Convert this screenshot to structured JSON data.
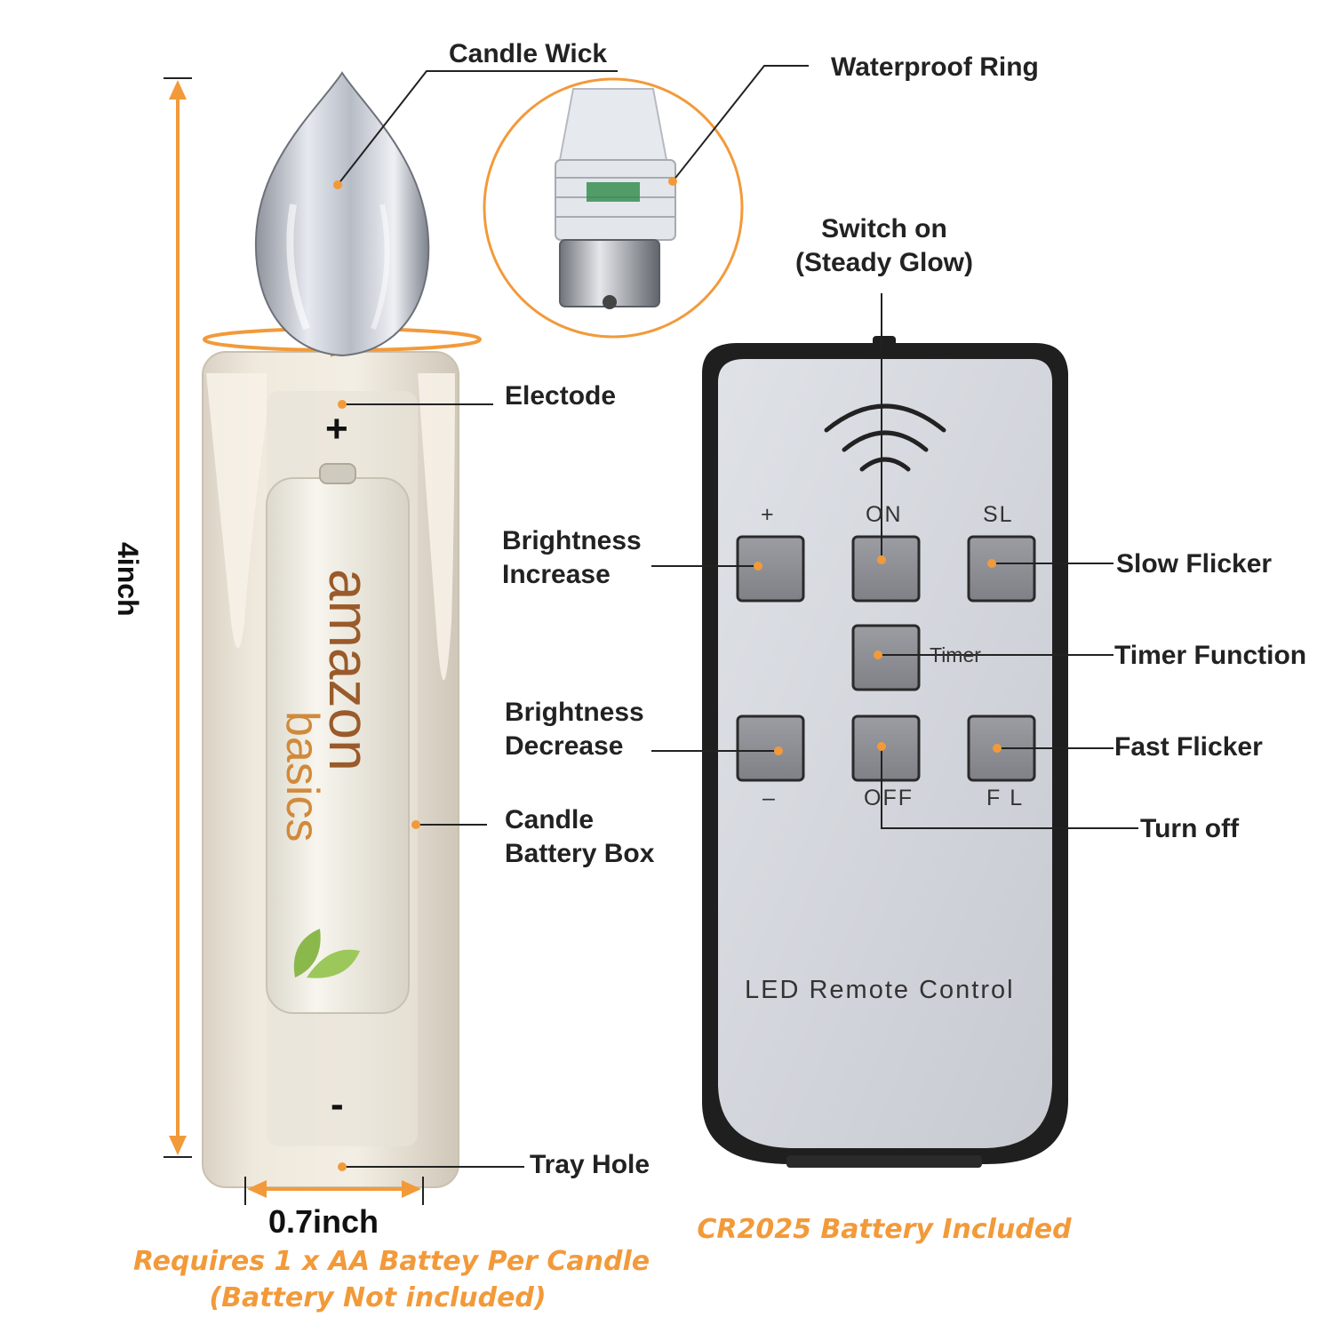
{
  "colors": {
    "accent": "#f29a3a",
    "label": "#222222",
    "remote_body": "#1f1f1f",
    "remote_face": "#d3d6dc",
    "button": "#8e9096"
  },
  "candle": {
    "labels": {
      "wick": "Candle Wick",
      "waterproof_ring": "Waterproof Ring",
      "electrode": "Electode",
      "battery_box_line1": "Candle",
      "battery_box_line2": "Battery Box",
      "tray_hole": "Tray Hole"
    },
    "plus_sign": "+",
    "minus_sign": "-",
    "height_dim": "4inch",
    "width_dim": "0.7inch",
    "battery_brand_line1": "amazon",
    "battery_brand_line2": "basics",
    "note_line1": "Requires 1 x AA Battey Per Candle",
    "note_line2": "(Battery  Not included)"
  },
  "remote": {
    "title": "LED  Remote  Control",
    "buttons": {
      "plus": "+",
      "on": "ON",
      "sl": "SL",
      "timer": "Timer",
      "minus": "–",
      "off": "OFF",
      "fl": "F L"
    },
    "labels": {
      "switch_on_line1": "Switch on",
      "switch_on_line2": "(Steady Glow)",
      "brightness_inc_line1": "Brightness",
      "brightness_inc_line2": "Increase",
      "slow_flicker": "Slow Flicker",
      "timer_function": "Timer Function",
      "brightness_dec_line1": "Brightness",
      "brightness_dec_line2": "Decrease",
      "fast_flicker": "Fast Flicker",
      "turn_off": "Turn off"
    },
    "battery_note": "CR2025 Battery Included"
  }
}
